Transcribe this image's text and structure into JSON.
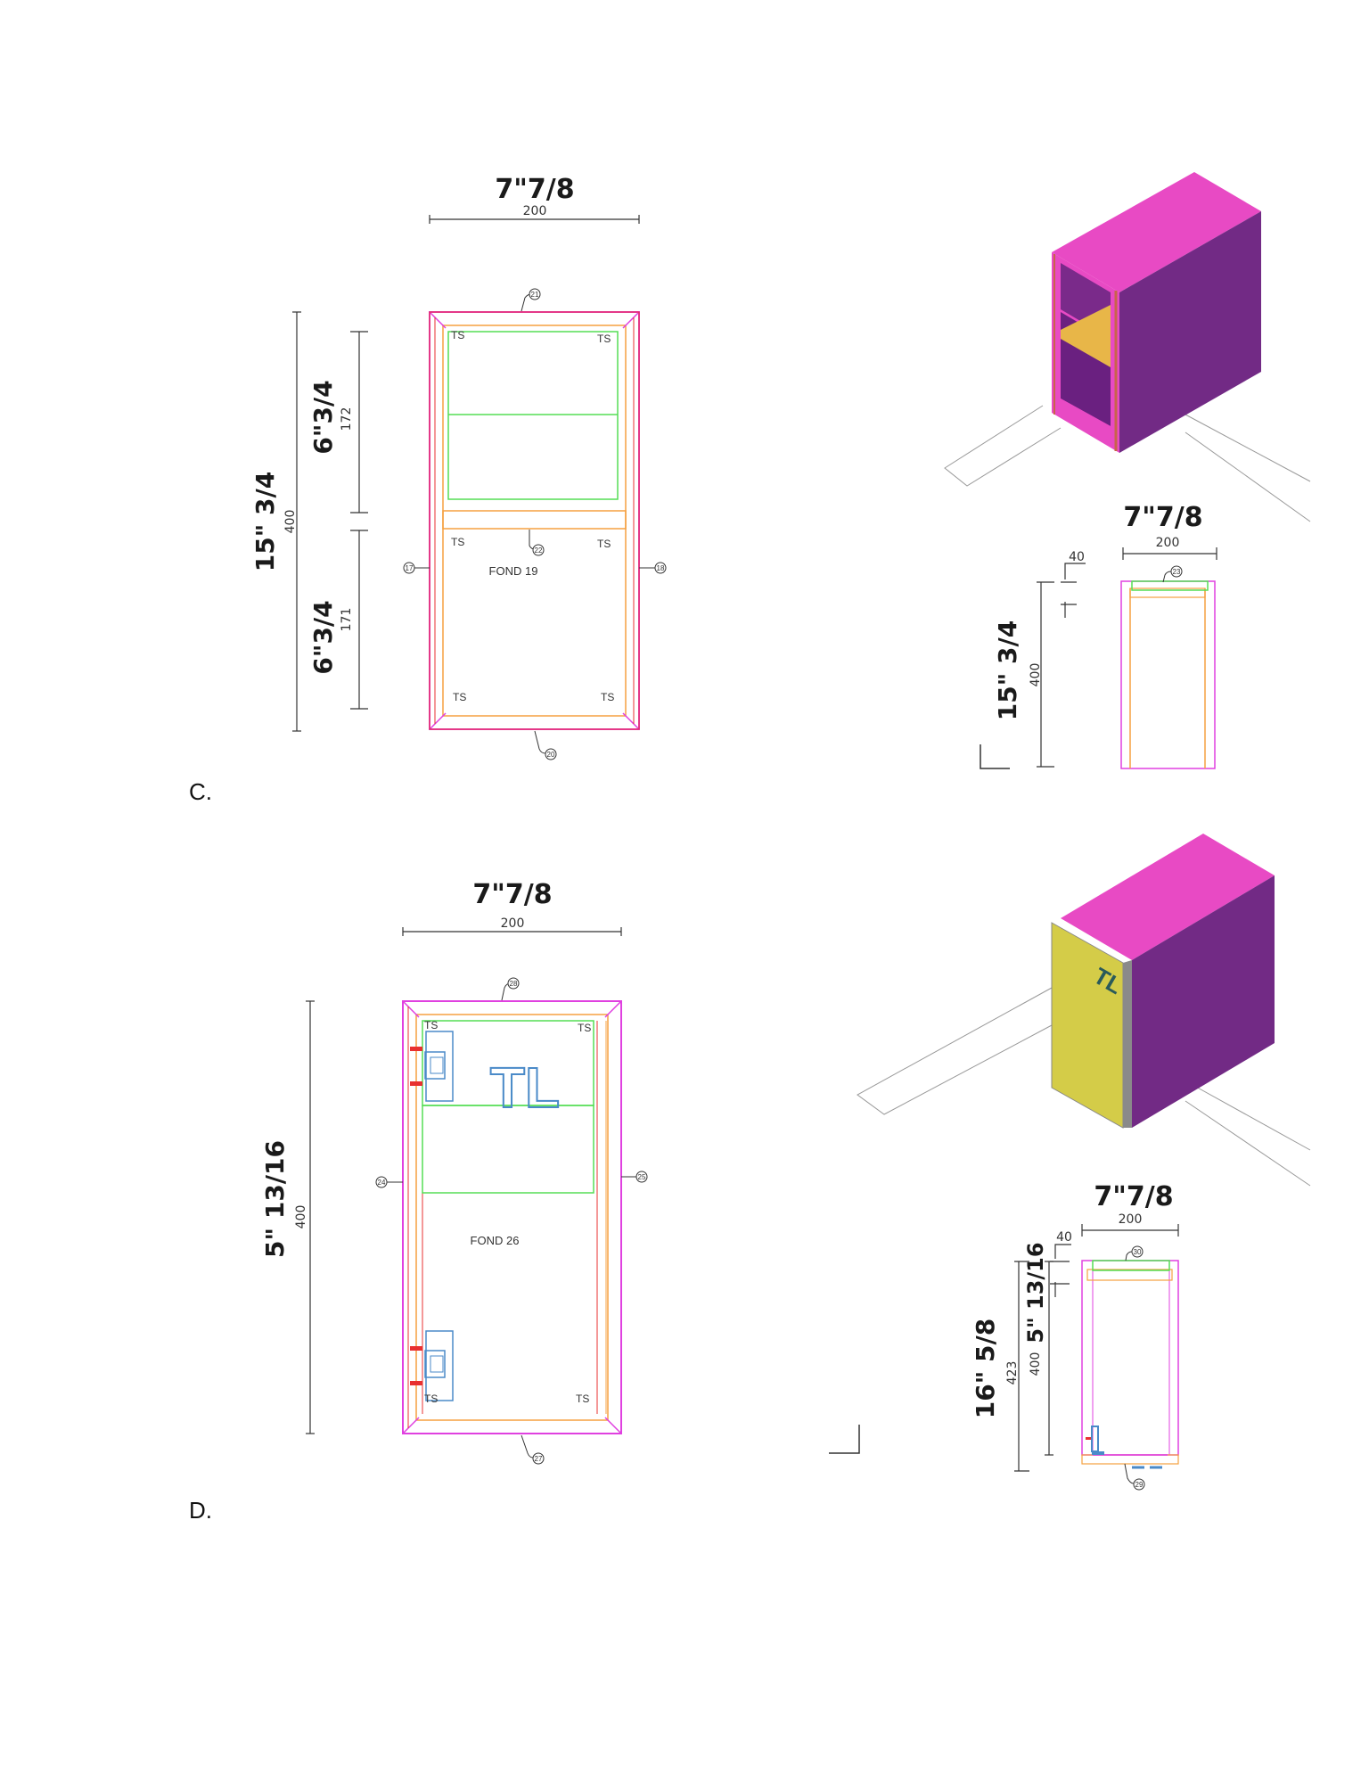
{
  "colors": {
    "top": "#e84ac4",
    "side": "#722a85",
    "shelf": "#e8b648",
    "door": "#d4cc48",
    "edge": "#c8644a",
    "green": "#55dd55",
    "orange": "#f5a040",
    "blue": "#4a8ac8",
    "red": "#e83030",
    "magenta": "#e040e0"
  },
  "section_c": {
    "label": "C.",
    "front": {
      "width_in": "7\"7/8",
      "width_mm": "200",
      "height_in": "15\" 3/4",
      "height_mm": "400",
      "upper_in": "6\"3/4",
      "upper_mm": "172",
      "lower_in": "6\"3/4",
      "lower_mm": "171",
      "fond": "FOND 19",
      "ts": [
        "TS",
        "TS",
        "TS",
        "TS",
        "TS",
        "TS"
      ],
      "callouts": {
        "top": "21",
        "shelf": "22",
        "left": "17",
        "right": "18",
        "bottom": "20"
      }
    },
    "side": {
      "width_in": "7\"7/8",
      "width_mm": "200",
      "offset_mm": "40",
      "height_in": "15\" 3/4",
      "height_mm": "400",
      "callouts": {
        "top": "23"
      }
    }
  },
  "section_d": {
    "label": "D.",
    "front": {
      "width_in": "7\"7/8",
      "width_mm": "200",
      "height_in": "5\" 13/16",
      "height_mm": "400",
      "fond": "FOND 26",
      "logo": "TL",
      "ts": [
        "TS",
        "TS",
        "TS",
        "TS"
      ],
      "callouts": {
        "top": "28",
        "left": "24",
        "right": "25",
        "bottom": "27"
      }
    },
    "side": {
      "width_in": "7\"7/8",
      "width_mm": "200",
      "offset_mm": "40",
      "total_in": "16\" 5/8",
      "total_mm": "423",
      "height_in": "5\" 13/16",
      "height_mm": "400",
      "callouts": {
        "top": "30",
        "bottom": "29"
      }
    },
    "iso_logo": "TL"
  }
}
